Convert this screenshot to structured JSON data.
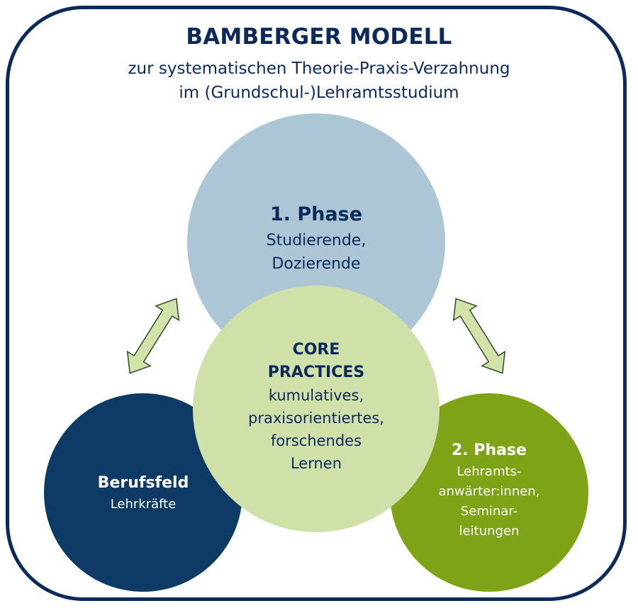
{
  "header": {
    "title": "BAMBERGER MODELL",
    "subtitle_line1": "zur systematischen Theorie-Praxis-Verzahnung",
    "subtitle_line2": "im (Grundschul-)Lehramtsstudium"
  },
  "nodes": {
    "phase1": {
      "title": "1. Phase",
      "lines": [
        "Studierende,",
        "Dozierende"
      ]
    },
    "core": {
      "title_lines": [
        "CORE",
        "PRACTICES"
      ],
      "lines": [
        "kumulatives,",
        "praxisorientiertes,",
        "forschendes",
        "Lernen"
      ]
    },
    "berufsfeld": {
      "title": "Berufsfeld",
      "lines": [
        "Lehrkräfte"
      ]
    },
    "phase2": {
      "title": "2. Phase",
      "lines": [
        "Lehramts-",
        "anwärter:innen,",
        "Seminar-",
        "leitungen"
      ]
    }
  },
  "colors": {
    "frame": "#0b2a5b",
    "phase1_fill": "#adc6d6",
    "core_fill": "#cfe0a8",
    "berufsfeld_fill": "#0d3b66",
    "phase2_fill": "#7ea317",
    "arrow_fill": "#d2e2a8",
    "dark_text": "#0b2a5b",
    "light_text": "#ffffff"
  },
  "icons": {
    "arrow_left": "double-arrow-icon",
    "arrow_right": "double-arrow-icon"
  }
}
